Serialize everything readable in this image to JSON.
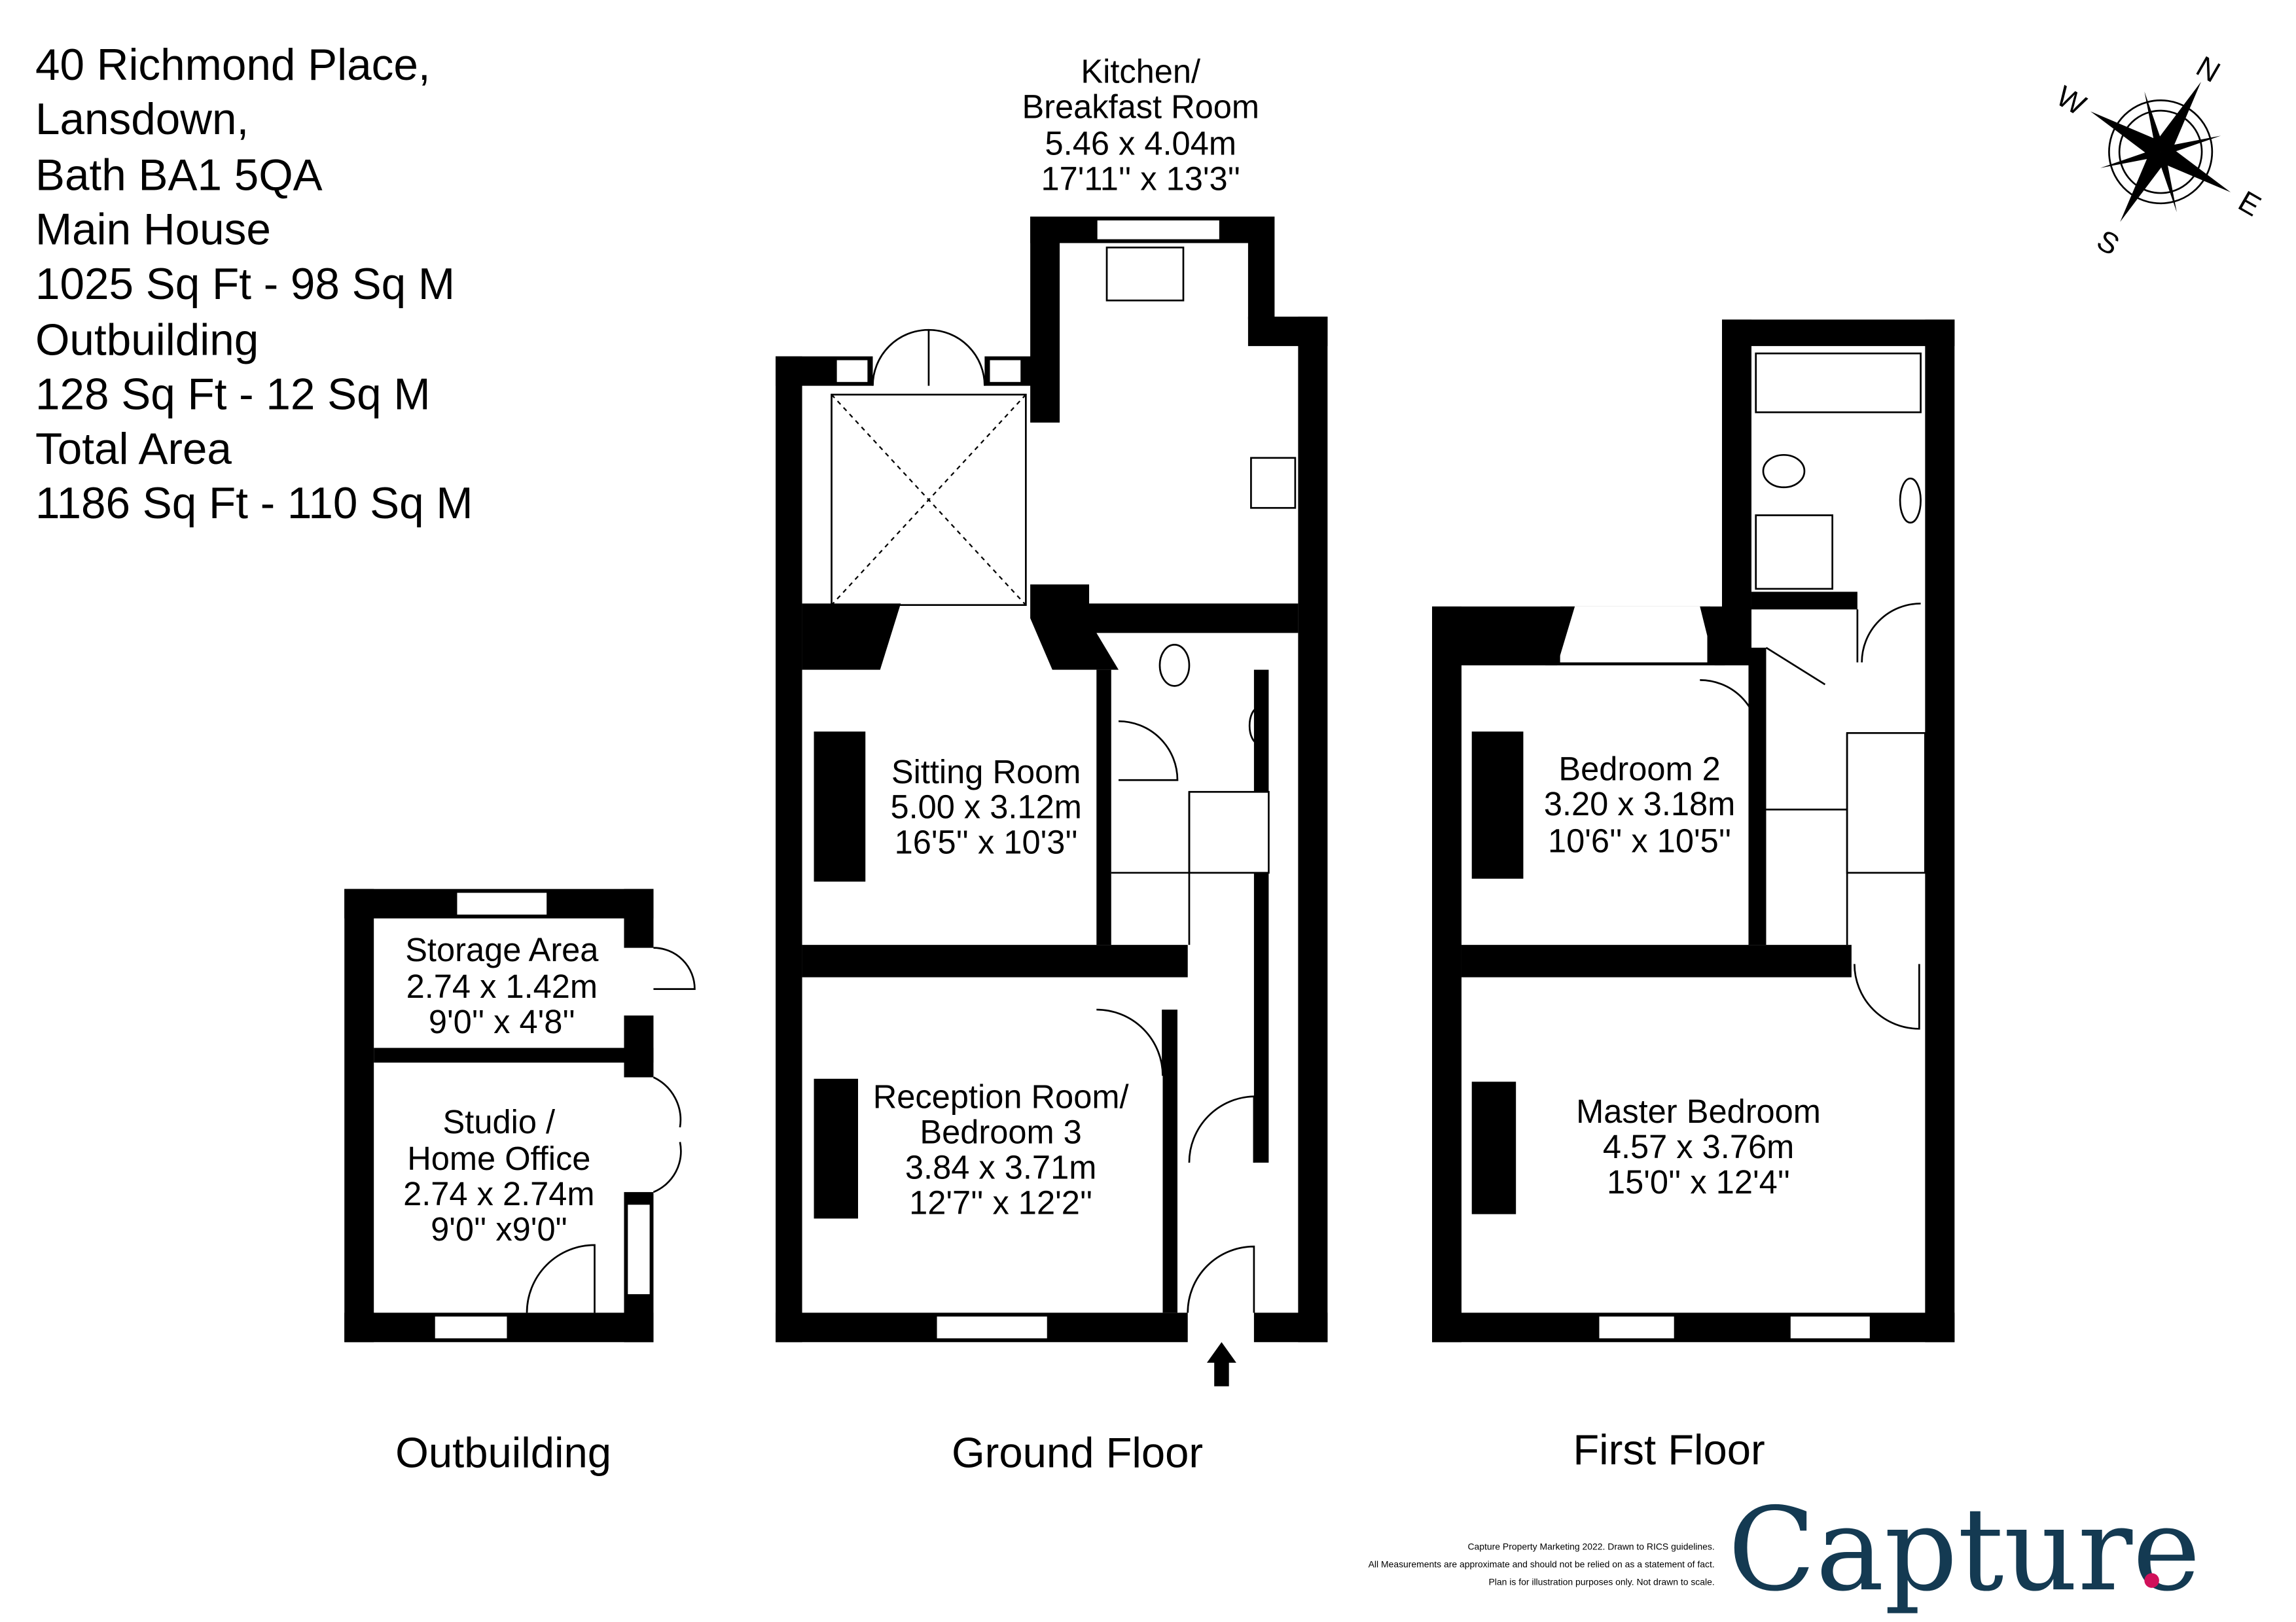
{
  "property_info": {
    "lines": [
      "40 Richmond Place,",
      "Lansdown,",
      "Bath BA1 5QA",
      "Main House",
      "1025 Sq Ft  -  98 Sq M",
      "Outbuilding",
      "128 Sq Ft  - 12 Sq M",
      "Total Area",
      "1186 Sq Ft  -  110 Sq M"
    ]
  },
  "compass": {
    "n": "N",
    "e": "E",
    "s": "S",
    "w": "W",
    "icon": "compass-rose-icon"
  },
  "outbuilding": {
    "label": "Outbuilding",
    "storage": [
      "Storage Area",
      "2.74 x 1.42m",
      "9'0'' x 4'8''"
    ],
    "studio": [
      "Studio /",
      "Home Office",
      "2.74 x 2.74m",
      "9'0'' x9'0\""
    ]
  },
  "ground_floor": {
    "label": "Ground Floor",
    "kitchen": [
      "Kitchen/",
      "Breakfast Room",
      "5.46 x 4.04m",
      "17'11'' x 13'3''"
    ],
    "sitting": [
      "Sitting Room",
      "5.00 x 3.12m",
      "16'5'' x 10'3''"
    ],
    "reception": [
      "Reception Room/",
      "Bedroom 3",
      "3.84 x 3.71m",
      "12'7'' x 12'2''"
    ]
  },
  "first_floor": {
    "label": "First Floor",
    "bedroom2": [
      "Bedroom 2",
      "3.20 x 3.18m",
      "10'6'' x 10'5''"
    ],
    "master": [
      "Master Bedroom",
      "4.57 x 3.76m",
      "15'0'' x 12'4''"
    ]
  },
  "footer": {
    "disclaimer": [
      "Capture Property Marketing 2022. Drawn to RICS guidelines.",
      "All Measurements are approximate and should not be relied on as a statement of fact.",
      "Plan is for illustration purposes only. Not drawn to scale."
    ],
    "logo_text": "Capture",
    "logo_dot": ".",
    "colors": {
      "logo": "#143a52",
      "dot": "#d0105a"
    }
  }
}
